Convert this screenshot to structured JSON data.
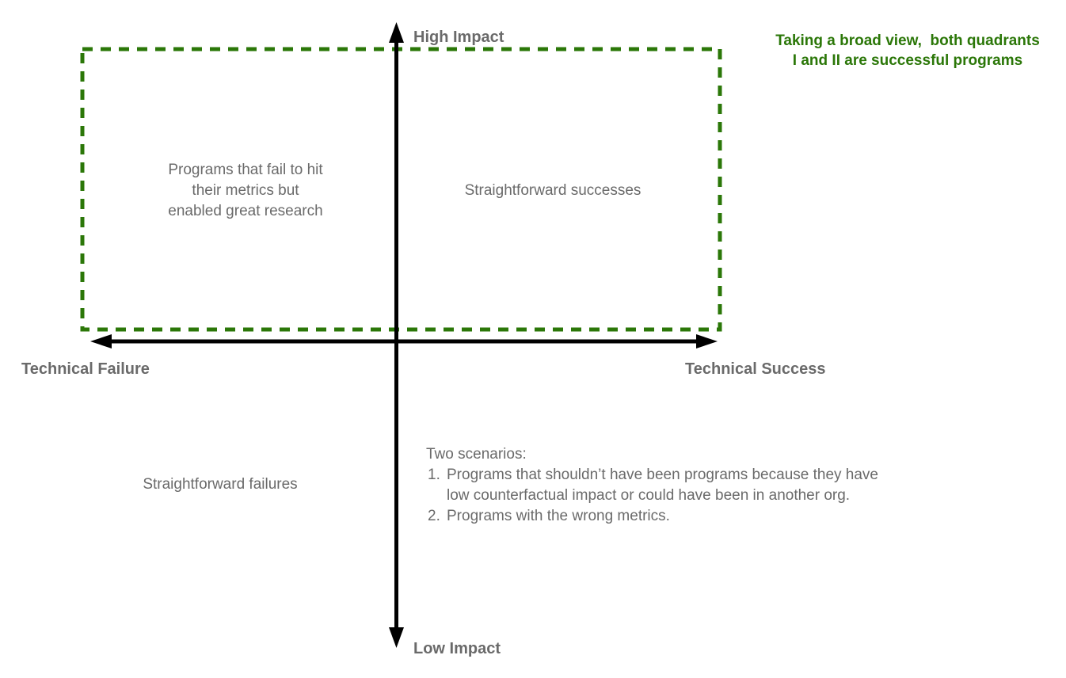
{
  "colors": {
    "green": "#2b7708",
    "gray": "#6a6a6a",
    "axis": "#000000"
  },
  "axis_labels": {
    "top": "High Impact",
    "bottom": "Low Impact",
    "left": "Technical Failure",
    "right": "Technical Success"
  },
  "annotation": {
    "text": "Taking a broad view,  both quadrants\nI and II are successful programs"
  },
  "quadrants": {
    "top_left": "Programs that fail to hit\ntheir metrics but\nenabled great research",
    "top_right": "Straightforward successes",
    "bottom_left": "Straightforward failures",
    "bottom_right": {
      "intro": "Two scenarios:",
      "items": [
        {
          "num": "1.",
          "text": "Programs that shouldn’t have been programs because they have\nlow counterfactual impact or could have been in another org."
        },
        {
          "num": "2.",
          "text": "Programs with the wrong metrics."
        }
      ]
    }
  }
}
